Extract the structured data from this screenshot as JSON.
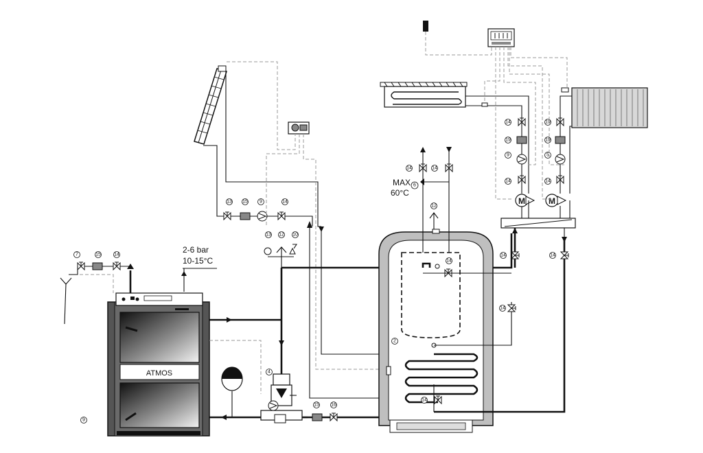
{
  "boiler": {
    "brand": "ATMOS"
  },
  "pressure_label": {
    "line1": "2-6 bar",
    "line2": "10-15°C"
  },
  "dhw_limit": {
    "line1": "MAX",
    "line2": "60°C"
  },
  "motor_label": "M",
  "callouts": {
    "c2": "2",
    "c4": "4",
    "c5": "5",
    "c6": "6",
    "c7": "7",
    "c9": "9",
    "c10": "10",
    "c12": "12",
    "c13": "13",
    "c14": "14",
    "c15": "15",
    "c16": "16",
    "c19": "19"
  },
  "colors": {
    "line": "#111111",
    "signal": "#999999",
    "tank_shell": "#bfbfbf",
    "boiler_body": "#555555"
  }
}
